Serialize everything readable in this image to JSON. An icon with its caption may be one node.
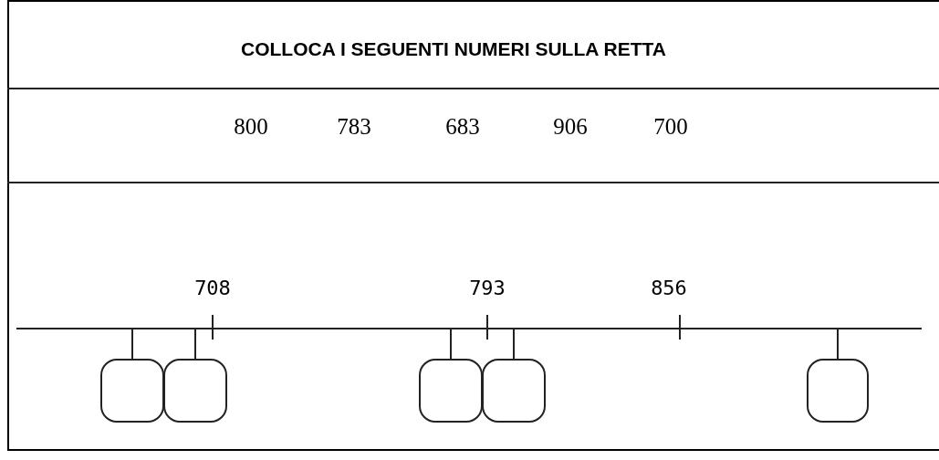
{
  "diagram": {
    "title": "COLLOCA I SEGUENTI NUMERI SULLA RETTA",
    "nodes": [
      {
        "text": [],
        "shape": "line"
      },
      {
        "text": [],
        "shape": "box"
      },
      {
        "text": [],
        "shape": "box"
      },
      {
        "text": [],
        "shape": "box"
      },
      {
        "text": [],
        "shape": "box"
      },
      {
        "text": [],
        "shape": "box"
      }
    ],
    "edges": [
      {
        "from": 1,
        "to": 0,
        "arrow": "none"
      },
      {
        "from": 2,
        "to": 0,
        "arrow": "none"
      },
      {
        "from": 3,
        "to": 0,
        "arrow": "none"
      },
      {
        "from": 4,
        "to": 0,
        "arrow": "none"
      },
      {
        "from": 5,
        "to": 0,
        "arrow": "none"
      }
    ],
    "labels": [
      "800",
      "783",
      "683",
      "906",
      "700",
      "708",
      "793",
      "856"
    ]
  }
}
